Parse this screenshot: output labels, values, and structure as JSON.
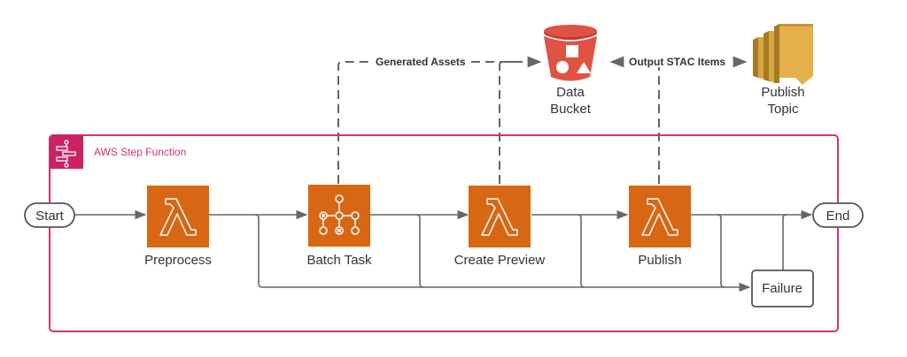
{
  "colors": {
    "group_border": "#d6336c",
    "lambda_orange": "#d86613",
    "bucket_red": "#e05243",
    "sns_gold": "#d9a741",
    "connector": "#666666"
  },
  "group": {
    "title": "AWS Step Function",
    "icon": "step-functions-icon"
  },
  "terminals": {
    "start": "Start",
    "end": "End"
  },
  "steps": [
    {
      "id": "preprocess",
      "label": "Preprocess",
      "icon": "lambda-icon"
    },
    {
      "id": "batch-task",
      "label": "Batch Task",
      "icon": "batch-icon"
    },
    {
      "id": "create-preview",
      "label": "Create Preview",
      "icon": "lambda-icon"
    },
    {
      "id": "publish",
      "label": "Publish",
      "icon": "lambda-icon"
    }
  ],
  "failure": {
    "label": "Failure"
  },
  "resources": {
    "bucket": {
      "line1": "Data",
      "line2": "Bucket",
      "icon": "s3-bucket-icon"
    },
    "topic": {
      "line1": "Publish",
      "line2": "Topic",
      "icon": "sns-topic-icon"
    }
  },
  "edge_labels": {
    "generated_assets": "Generated Assets",
    "output_stac_items": "Output STAC Items"
  }
}
